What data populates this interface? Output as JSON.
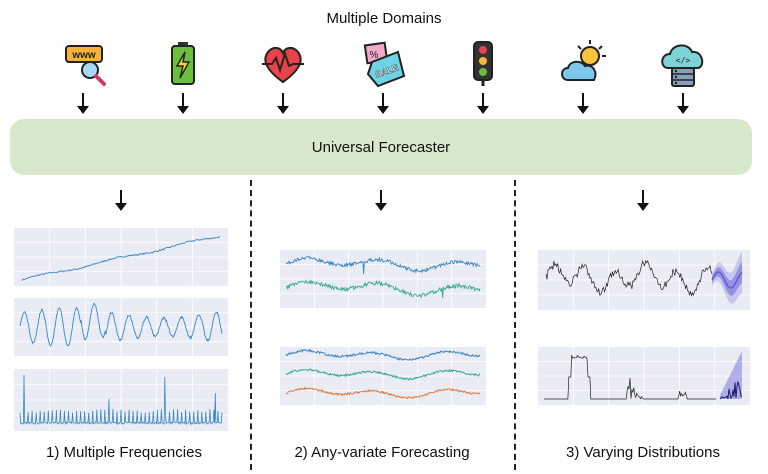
{
  "title": "Multiple Domains",
  "domains": [
    {
      "icon": "web-search-icon"
    },
    {
      "icon": "battery-icon"
    },
    {
      "icon": "heart-rate-icon"
    },
    {
      "icon": "sale-tag-icon"
    },
    {
      "icon": "traffic-light-icon"
    },
    {
      "icon": "weather-cloud-sun-icon"
    },
    {
      "icon": "cloud-server-icon"
    }
  ],
  "forecaster_label": "Universal Forecaster",
  "sections": [
    {
      "caption": "1) Multiple Frequencies"
    },
    {
      "caption": "2) Any-variate Forecasting"
    },
    {
      "caption": "3) Varying Distributions"
    }
  ],
  "colors": {
    "forecaster_bg": "#d7e8cc",
    "panel_bg": "#e9ecf5",
    "line_blue": "#3b87c4",
    "line_green": "#3aaa87",
    "line_orange": "#e07b39",
    "forecast_purple": "#5a52d6"
  }
}
